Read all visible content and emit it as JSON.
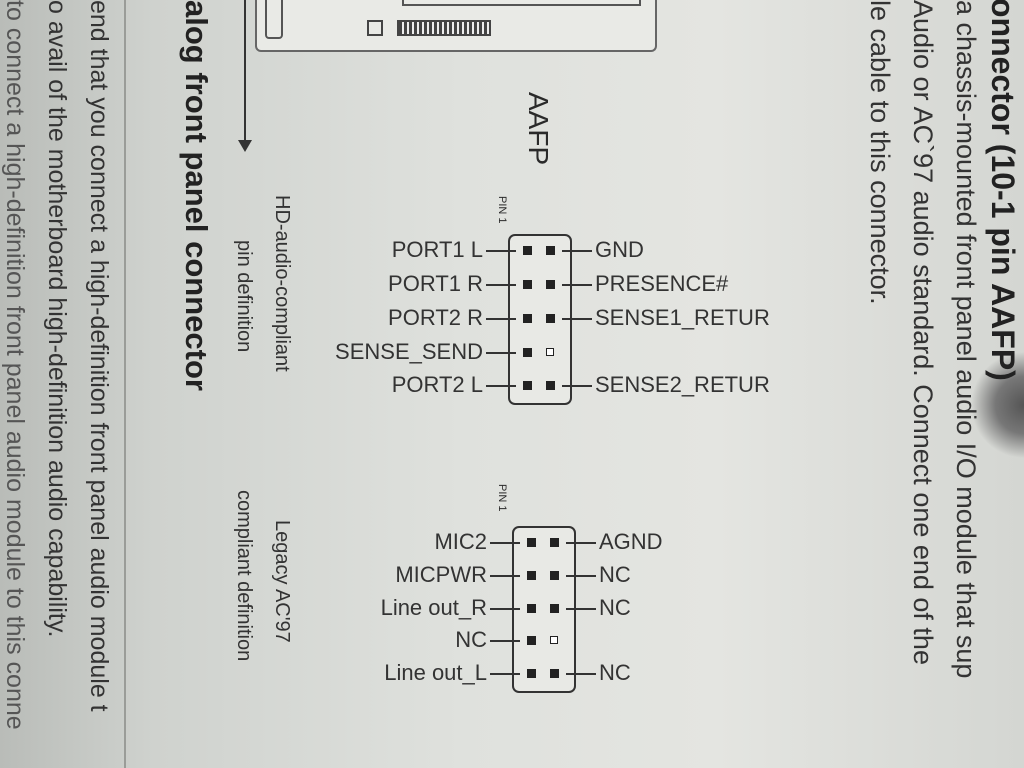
{
  "right_text": {
    "heading": "onnector (10-1 pin AAFP)",
    "lines": [
      "a chassis-mounted front panel audio I/O module that sup",
      "Audio or AC`97 audio standard. Connect one end of the",
      "le cable to this connector."
    ]
  },
  "left_text": {
    "heading": "alog front panel connector",
    "lines": [
      "end that you connect a high-definition front panel audio module t",
      "o avail of the motherboard high-definition audio capability.",
      "to connect a high-definition front panel audio module to this conne"
    ]
  },
  "diagram": {
    "connector_name": "AAFP",
    "pin1_label": "PIN 1",
    "hd": {
      "caption_1": "HD-audio-compliant",
      "caption_2": "pin definition",
      "left": [
        "PORT1 L",
        "PORT1 R",
        "PORT2 R",
        "SENSE_SEND",
        "PORT2 L"
      ],
      "right": [
        "GND",
        "PRESENCE#",
        "SENSE1_RETUR",
        "",
        "SENSE2_RETUR"
      ]
    },
    "ac97": {
      "caption_1": "Legacy AC'97",
      "caption_2": "compliant definition",
      "left": [
        "MIC2",
        "MICPWR",
        "Line out_R",
        "NC",
        "Line out_L"
      ],
      "right": [
        "AGND",
        "NC",
        "NC",
        "",
        "NC"
      ]
    }
  }
}
